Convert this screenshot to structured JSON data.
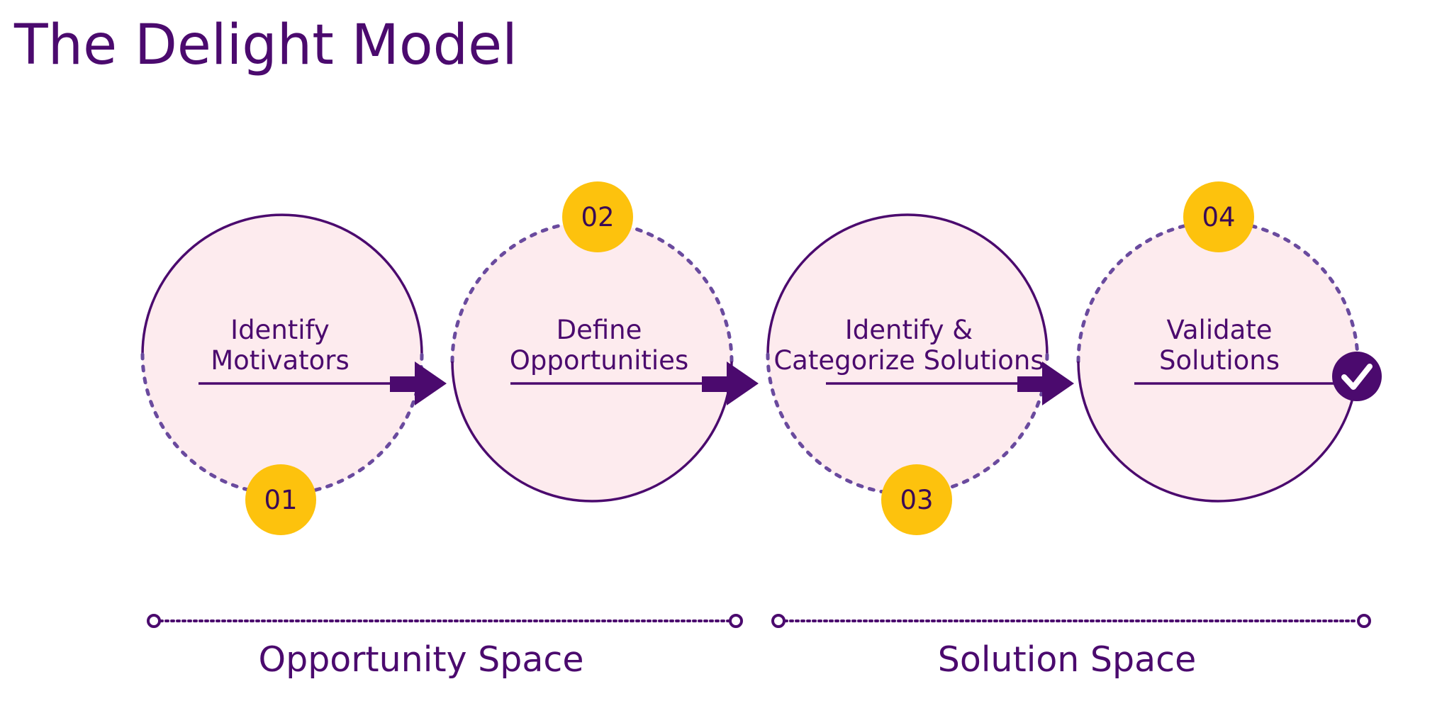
{
  "title": "The Delight Model",
  "steps": [
    {
      "number": "01",
      "line1": "Identify",
      "line2": "Motivators"
    },
    {
      "number": "02",
      "line1": "Define",
      "line2": "Opportunities"
    },
    {
      "number": "03",
      "line1": "Identify &",
      "line2": "Categorize Solutions"
    },
    {
      "number": "04",
      "line1": "Validate",
      "line2": "Solutions"
    }
  ],
  "spaces": [
    {
      "label": "Opportunity Space"
    },
    {
      "label": "Solution Space"
    }
  ],
  "colors": {
    "primary": "#4b0a6e",
    "dashed_stroke": "#6a4a9e",
    "circle_fill": "#fdebee",
    "badge": "#fdc20d",
    "background": "#ffffff"
  },
  "icons": {
    "check": "check-circle-icon",
    "arrow": "arrow-right-icon"
  }
}
